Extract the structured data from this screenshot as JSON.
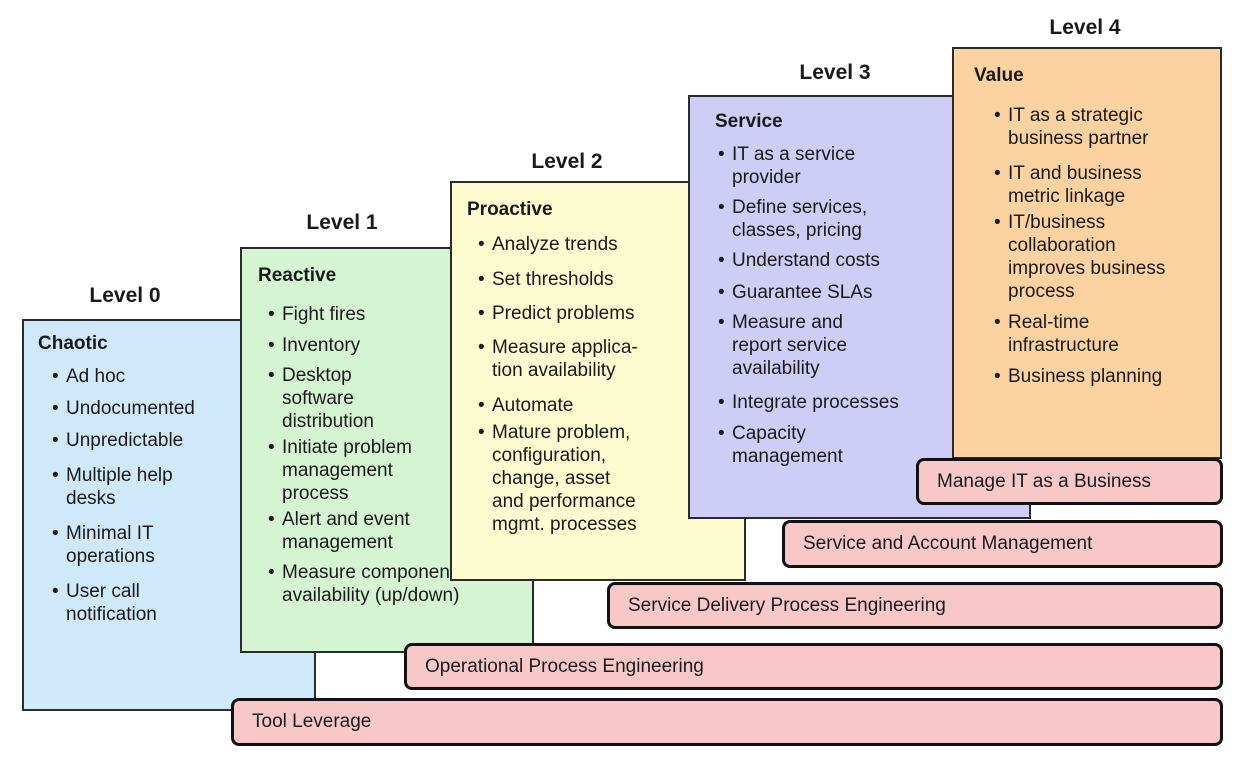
{
  "colors": {
    "level0": "#cfe9fb",
    "level1": "#d4f4d2",
    "level2": "#fdfbd0",
    "level3": "#cdcdf6",
    "level4": "#fcd2a0",
    "bars": "#f8c8c8"
  },
  "levels": [
    {
      "label": "Level 0",
      "title": "Chaotic",
      "items": [
        [
          "Ad hoc"
        ],
        [
          "Undocumented"
        ],
        [
          "Unpredictable"
        ],
        [
          "Multiple help",
          "desks"
        ],
        [
          "Minimal IT",
          "operations"
        ],
        [
          "User call",
          "notification"
        ]
      ]
    },
    {
      "label": "Level 1",
      "title": "Reactive",
      "items": [
        [
          "Fight fires"
        ],
        [
          "Inventory"
        ],
        [
          "Desktop",
          "software",
          "distribution"
        ],
        [
          "Initiate problem",
          "management",
          "process"
        ],
        [
          "Alert and event",
          "management"
        ],
        [
          "Measure component",
          "availability (up/down)"
        ]
      ]
    },
    {
      "label": "Level 2",
      "title": "Proactive",
      "items": [
        [
          "Analyze trends"
        ],
        [
          "Set thresholds"
        ],
        [
          "Predict problems"
        ],
        [
          "Measure applica-",
          "tion availability"
        ],
        [
          "Automate"
        ],
        [
          "Mature problem,",
          "configuration,",
          "change, asset",
          "and performance",
          "mgmt. processes"
        ]
      ]
    },
    {
      "label": "Level 3",
      "title": "Service",
      "items": [
        [
          "IT as a service",
          "provider"
        ],
        [
          "Define services,",
          "classes, pricing"
        ],
        [
          "Understand costs"
        ],
        [
          "Guarantee SLAs"
        ],
        [
          "Measure and",
          "report service",
          "availability"
        ],
        [
          "Integrate processes"
        ],
        [
          "Capacity",
          "management"
        ]
      ]
    },
    {
      "label": "Level 4",
      "title": "Value",
      "items": [
        [
          "IT as a strategic",
          "business partner"
        ],
        [
          "IT and business",
          "metric linkage"
        ],
        [
          "IT/business",
          "collaboration",
          "improves business",
          "process"
        ],
        [
          "Real-time",
          "infrastructure"
        ],
        [
          "Business planning"
        ]
      ]
    }
  ],
  "bars": [
    "Manage IT as a Business",
    "Service and Account Management",
    "Service Delivery Process Engineering",
    "Operational Process Engineering",
    "Tool Leverage"
  ]
}
